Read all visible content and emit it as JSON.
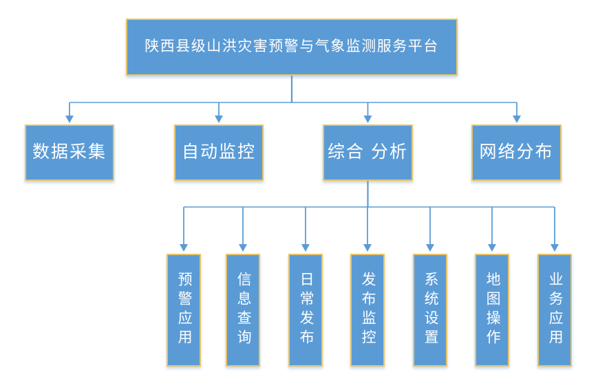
{
  "diagram": {
    "root": {
      "label": "陕西县级山洪灾害预警与气象监测服务平台"
    },
    "level2": [
      {
        "label": "数据采集"
      },
      {
        "label": "自动监控"
      },
      {
        "label": "综合 分析"
      },
      {
        "label": "网络分布"
      }
    ],
    "level3": [
      {
        "label": "预警应用"
      },
      {
        "label": "信息查询"
      },
      {
        "label": "日常发布"
      },
      {
        "label": "发布监控"
      },
      {
        "label": "系统设置"
      },
      {
        "label": "地图操作"
      },
      {
        "label": "业务应用"
      }
    ],
    "colors": {
      "box_fill": "#5b9bd5",
      "box_border": "#e8c468",
      "connector": "#5b9bd5",
      "text": "#ffffff",
      "background": "#ffffff"
    }
  }
}
